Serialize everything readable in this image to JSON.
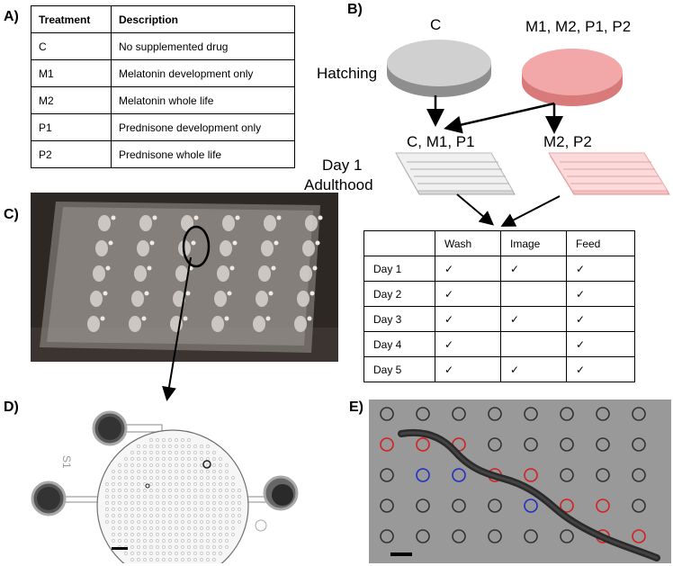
{
  "panels": {
    "a": "A)",
    "b": "B)",
    "c": "C)",
    "d": "D)",
    "e": "E)"
  },
  "tableA": {
    "headers": [
      "Treatment",
      "Description"
    ],
    "rows": [
      [
        "C",
        "No supplemented drug"
      ],
      [
        "M1",
        "Melatonin development only"
      ],
      [
        "M2",
        "Melatonin whole life"
      ],
      [
        "P1",
        "Prednisone development only"
      ],
      [
        "P2",
        "Prednisone whole life"
      ]
    ]
  },
  "flow": {
    "dish_c": "C",
    "dish_drugs": "M1, M2, P1, P2",
    "hatching": "Hatching",
    "group_left": "C, M1, P1",
    "group_right": "M2, P2",
    "day1": "Day 1",
    "adulthood": "Adulthood"
  },
  "tableB": {
    "headers": [
      "",
      "Wash",
      "Image",
      "Feed"
    ],
    "rows": [
      [
        "Day 1",
        "✓",
        "✓",
        "✓"
      ],
      [
        "Day 2",
        "✓",
        "",
        "✓"
      ],
      [
        "Day 3",
        "✓",
        "✓",
        "✓"
      ],
      [
        "Day 4",
        "✓",
        "",
        "✓"
      ],
      [
        "Day 5",
        "✓",
        "✓",
        "✓"
      ]
    ]
  },
  "colors": {
    "control_dish": "#c8c8c8",
    "drug_dish": "#f0a0a0",
    "red_ring": "#d42020",
    "blue_ring": "#2030c0"
  }
}
